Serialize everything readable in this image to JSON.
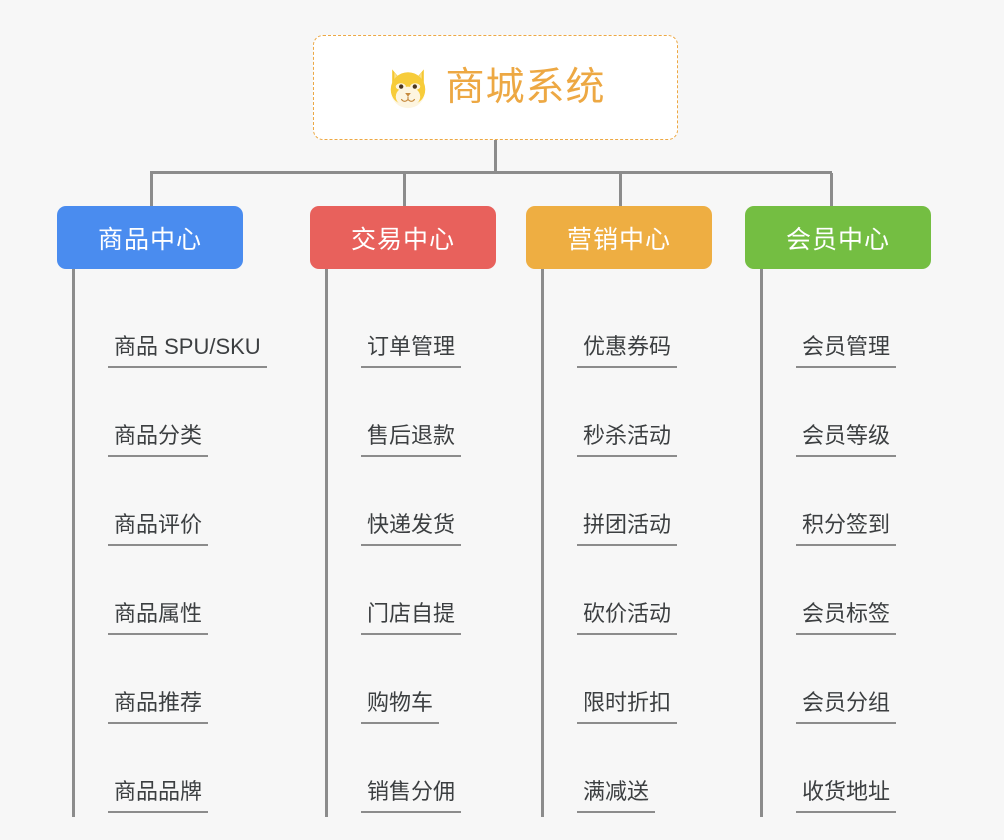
{
  "page": {
    "background_color": "#f7f7f7",
    "line_color": "#8c8c8c",
    "text_color": "#3c3f41"
  },
  "root": {
    "title": "商城系统",
    "icon": "shiba-dog-face-icon",
    "accent_color": "#eda843",
    "border_style": "dashed",
    "background_color": "#ffffff"
  },
  "columns": [
    {
      "label": "商品中心",
      "color": "#4a8cef",
      "items": [
        "商品 SPU/SKU",
        "商品分类",
        "商品评价",
        "商品属性",
        "商品推荐",
        "商品品牌"
      ]
    },
    {
      "label": "交易中心",
      "color": "#e8615c",
      "items": [
        "订单管理",
        "售后退款",
        "快递发货",
        "门店自提",
        "购物车",
        "销售分佣"
      ]
    },
    {
      "label": "营销中心",
      "color": "#eeae42",
      "items": [
        "优惠券码",
        "秒杀活动",
        "拼团活动",
        "砍价活动",
        "限时折扣",
        "满减送"
      ]
    },
    {
      "label": "会员中心",
      "color": "#74be42",
      "items": [
        "会员管理",
        "会员等级",
        "积分签到",
        "会员标签",
        "会员分组",
        "收货地址"
      ]
    }
  ]
}
